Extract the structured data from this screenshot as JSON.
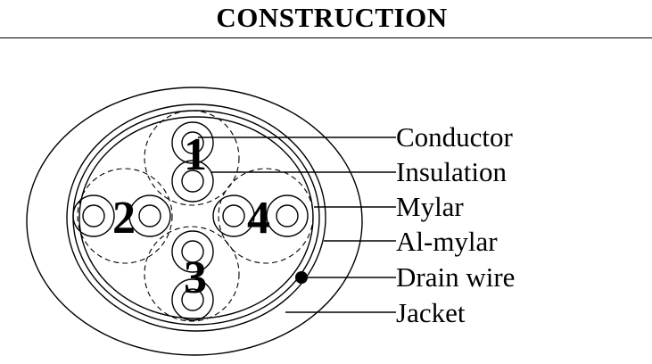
{
  "title": "CONSTRUCTION",
  "pair_numbers": [
    "1",
    "2",
    "3",
    "4"
  ],
  "labels": {
    "conductor": "Conductor",
    "insulation": "Insulation",
    "mylar": "Mylar",
    "al_mylar": "Al-mylar",
    "drain_wire": "Drain wire",
    "jacket": "Jacket"
  }
}
